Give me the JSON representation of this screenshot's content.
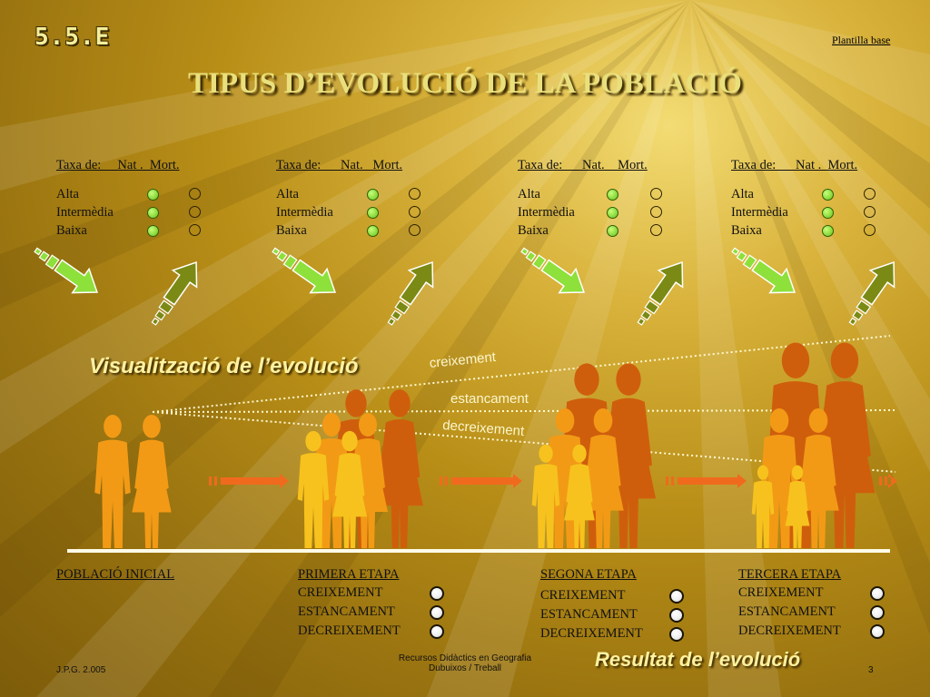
{
  "header": {
    "badge": "5.5.E",
    "template_link": "Plantilla base",
    "title": "TIPUS D’EVOLUCIÓ DE LA POBLACIÓ"
  },
  "rate_panels": [
    {
      "header": "Taxa de:     Nat .  Mort.",
      "rows": [
        "Alta",
        "Intermèdia",
        "Baixa"
      ],
      "natality_levels": [
        "on",
        "on",
        "on"
      ],
      "mortality_levels": [
        "off",
        "off",
        "off"
      ]
    },
    {
      "header": "Taxa de:      Nat.   Mort.",
      "rows": [
        "Alta",
        "Intermèdia",
        "Baixa"
      ],
      "natality_levels": [
        "on",
        "on",
        "on"
      ],
      "mortality_levels": [
        "off",
        "off",
        "off"
      ]
    },
    {
      "header": "Taxa de:      Nat.    Mort.",
      "rows": [
        "Alta",
        "Intermèdia",
        "Baixa"
      ],
      "natality_levels": [
        "on",
        "on",
        "on"
      ],
      "mortality_levels": [
        "off",
        "off",
        "off"
      ]
    },
    {
      "header": "Taxa de:      Nat .  Mort.",
      "rows": [
        "Alta",
        "Intermèdia",
        "Baixa"
      ],
      "natality_levels": [
        "on",
        "on",
        "on"
      ],
      "mortality_levels": [
        "off",
        "off",
        "off"
      ]
    }
  ],
  "arrow_icons": {
    "natality": "green-double-arrow-down-right-icon",
    "mortality": "olive-double-arrow-up-right-icon"
  },
  "visualization": {
    "title": "Visualització de l’evolució",
    "trends": [
      "creixement",
      "estancament",
      "decreixement"
    ]
  },
  "stages": [
    {
      "title": "POBLACIÓ INICIAL",
      "options": []
    },
    {
      "title": "PRIMERA ETAPA",
      "options": [
        "CREIXEMENT",
        "ESTANCAMENT",
        "DECREIXEMENT"
      ]
    },
    {
      "title": "SEGONA ETAPA",
      "options": [
        "CREIXEMENT",
        "ESTANCAMENT",
        "DECREIXEMENT"
      ]
    },
    {
      "title": "TERCERA ETAPA",
      "options": [
        "CREIXEMENT",
        "ESTANCAMENT",
        "DECREIXEMENT"
      ]
    }
  ],
  "result_title": "Resultat de l’evolució",
  "footer": {
    "author": "J.P.G. 2.005",
    "center_line1": "Recursos Didàctics en Geografia",
    "center_line2": "Dubuixos / Treball",
    "page_number": "3"
  },
  "colors": {
    "accent_title": "#e9e07d",
    "natality_green": "#8ee03a",
    "mortality_olive": "#7a8a14",
    "flow_arrow": "#f06a1e",
    "figure_orange": "#f29a16",
    "figure_dark": "#cf5e0c",
    "figure_yellow": "#f7c21d"
  }
}
